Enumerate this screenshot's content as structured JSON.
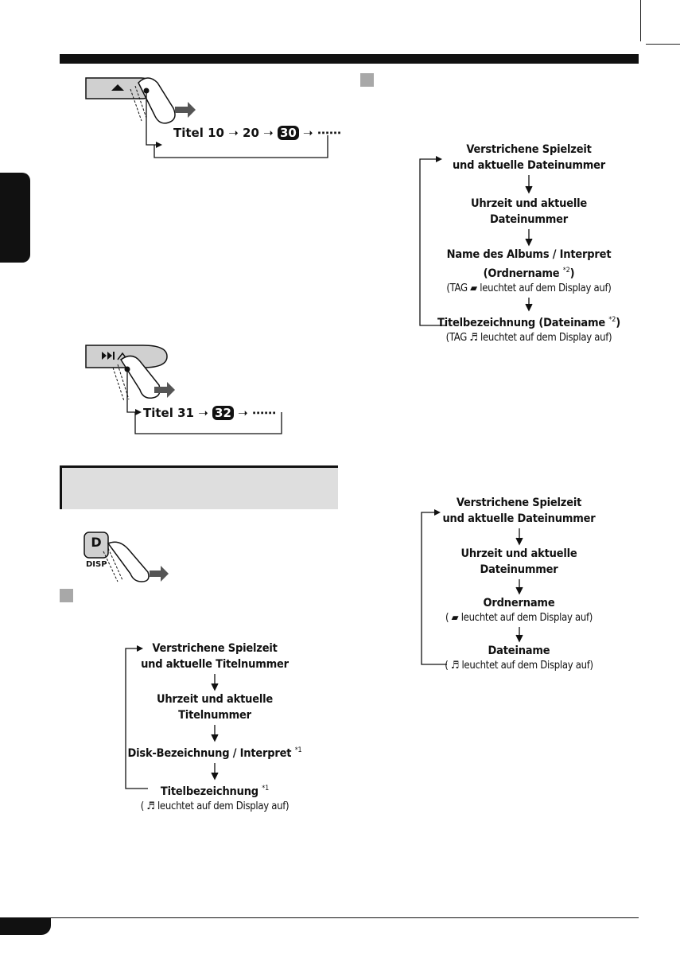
{
  "illustrations": {
    "eject_title_sequence": {
      "label": "Titel",
      "first": "10",
      "second": "20",
      "highlight": "30",
      "dots": "⋯⋯"
    },
    "skip_title_sequence": {
      "label": "Titel",
      "first": "31",
      "highlight": "32",
      "dots": "⋯⋯"
    },
    "disp_button": {
      "key": "D",
      "caption": "DISP"
    }
  },
  "flow_cd": {
    "step1_line1": "Verstrichene Spielzeit",
    "step1_line2": "und aktuelle Titelnummer",
    "step2_line1": "Uhrzeit und aktuelle",
    "step2_line2": "Titelnummer",
    "step3": "Disk-Bezeichnung / Interpret",
    "step3_note": "*1",
    "step4": "Titelbezeichnung",
    "step4_note": "*1",
    "step4_sub": "( ♬ leuchtet auf dem Display auf)"
  },
  "flow_mp3_tag": {
    "step1_line1": "Verstrichene Spielzeit",
    "step1_line2": "und aktuelle Dateinummer",
    "step2_line1": "Uhrzeit und aktuelle",
    "step2_line2": "Dateinummer",
    "step3_line1": "Name des Albums / Interpret",
    "step3_line2_open": "(Ordnername",
    "step3_note": "*2",
    "step3_line2_close": ")",
    "step3_sub": "(TAG ▰ leuchtet auf dem Display auf)",
    "step4_open": "Titelbezeichnung (Dateiname",
    "step4_note": "*2",
    "step4_close": ")",
    "step4_sub": "(TAG ♬ leuchtet auf dem Display auf)"
  },
  "flow_mp3_notag": {
    "step1_line1": "Verstrichene Spielzeit",
    "step1_line2": "und aktuelle Dateinummer",
    "step2_line1": "Uhrzeit und aktuelle",
    "step2_line2": "Dateinummer",
    "step3": "Ordnername",
    "step3_sub": "( ▰ leuchtet auf dem Display auf)",
    "step4": "Dateiname",
    "step4_sub": "( ♬ leuchtet auf dem Display auf)"
  },
  "colors": {
    "black": "#111111",
    "gray_square": "#a8a8a8",
    "heading_box": "#dedede"
  }
}
